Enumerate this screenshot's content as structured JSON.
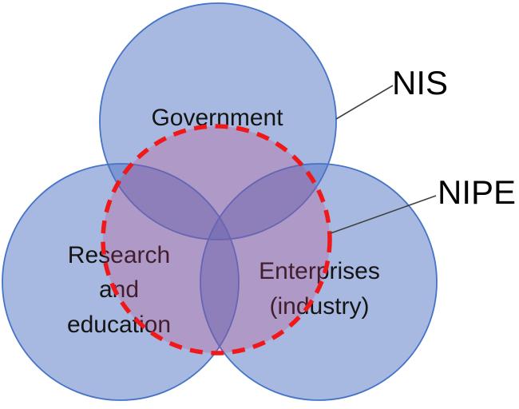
{
  "background_color": "#ffffff",
  "diagram": {
    "type": "venn-diagram",
    "circles": [
      {
        "name": "government",
        "label_lines": [
          "Government"
        ]
      },
      {
        "name": "research-education",
        "label_lines": [
          "Research",
          "and",
          "education"
        ]
      },
      {
        "name": "enterprises-industry",
        "label_lines": [
          "Enterprises",
          "(industry)"
        ]
      }
    ],
    "overlay_circle": {
      "name": "nipe-boundary",
      "style": "red-dashed"
    },
    "callouts": [
      {
        "name": "nis",
        "label": "NIS"
      },
      {
        "name": "nipe",
        "label": "NIPE"
      }
    ],
    "colors": {
      "circle_fill": "#4f74c4",
      "circle_stroke": "#4573c8",
      "overlay_fill": "#c83c78",
      "overlay_stroke": "#f01818",
      "callout_line": "#404040",
      "label_text": "#141414",
      "callout_text": "#000000"
    }
  }
}
